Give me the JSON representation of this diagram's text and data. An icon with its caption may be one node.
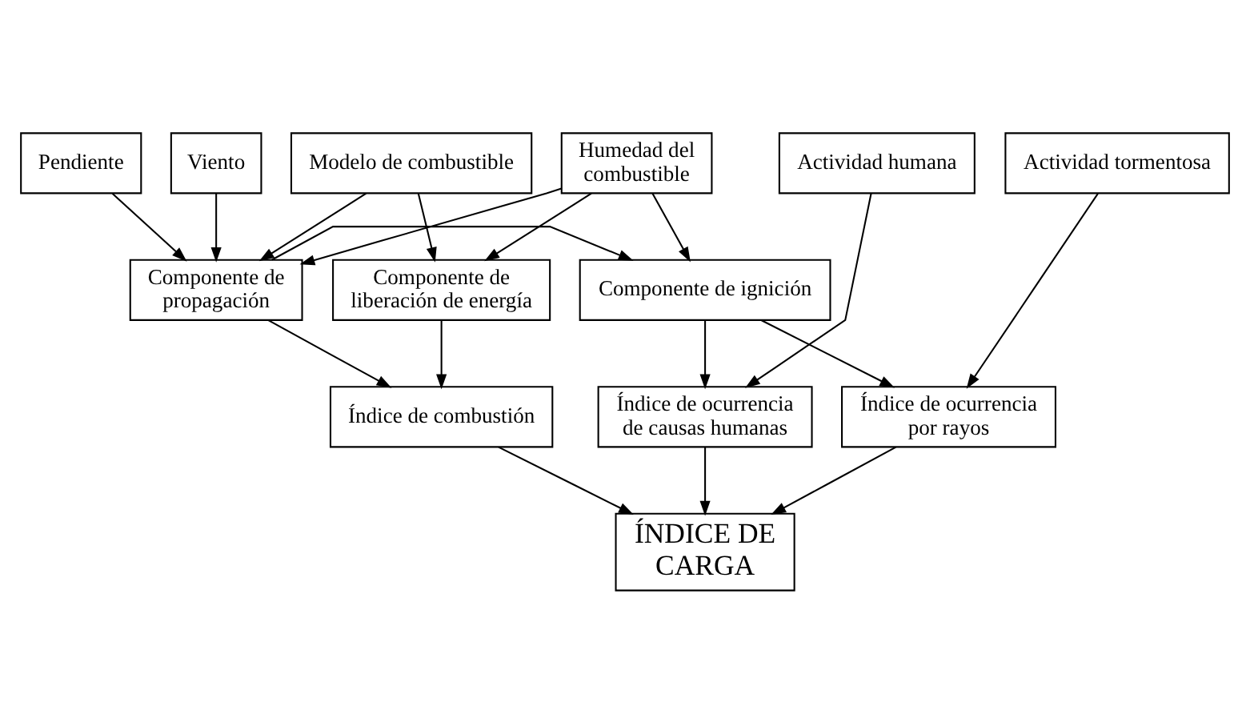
{
  "diagram": {
    "nodes": [
      {
        "text": [
          "Modelo de combustible"
        ]
      },
      {
        "text": [
          "Humedad del combustible"
        ]
      },
      {
        "text": [
          "Pendiente"
        ]
      },
      {
        "text": [
          "Viento"
        ]
      },
      {
        "text": [
          "Actividad humana"
        ]
      },
      {
        "text": [
          "Actividad tormentosa"
        ]
      },
      {
        "text": [
          "Componente de liberación de energía"
        ]
      },
      {
        "text": [
          "Componente de propagación"
        ]
      },
      {
        "text": [
          "Componente de ignición"
        ]
      },
      {
        "text": [
          "Índice de combustión"
        ]
      },
      {
        "text": [
          "Índice de ocurrencia de causas humanas"
        ]
      },
      {
        "text": [
          "Índice de ocurrencia por rayos"
        ]
      },
      {
        "text": [
          "ÍNDICE DE CARGA"
        ]
      }
    ],
    "edges": [
      {
        "from": 0,
        "to": 6,
        "arrow": "to"
      },
      {
        "from": 1,
        "to": 6,
        "arrow": "to"
      },
      {
        "from": 0,
        "to": 7,
        "arrow": "to"
      },
      {
        "from": 1,
        "to": 7,
        "arrow": "to"
      },
      {
        "from": 2,
        "to": 7,
        "arrow": "to"
      },
      {
        "from": 3,
        "to": 7,
        "arrow": "to"
      },
      {
        "from": 1,
        "to": 8,
        "arrow": "to"
      },
      {
        "from": 7,
        "to": 8,
        "arrow": "to"
      },
      {
        "from": 4,
        "to": 10,
        "arrow": "to"
      },
      {
        "from": 5,
        "to": 11,
        "arrow": "to"
      },
      {
        "from": 8,
        "to": 10,
        "arrow": "to"
      },
      {
        "from": 8,
        "to": 11,
        "arrow": "to"
      },
      {
        "from": 6,
        "to": 9,
        "arrow": "to"
      },
      {
        "from": 7,
        "to": 9,
        "arrow": "to"
      },
      {
        "from": 9,
        "to": 12,
        "arrow": "to"
      },
      {
        "from": 10,
        "to": 12,
        "arrow": "to"
      },
      {
        "from": 11,
        "to": 12,
        "arrow": "to"
      }
    ]
  }
}
